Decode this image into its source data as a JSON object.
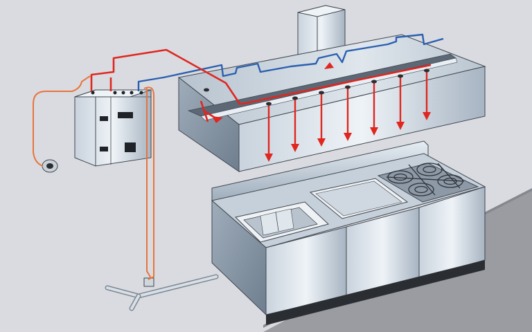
{
  "diagram": {
    "colors": {
      "wall": "#d9dbe0",
      "floor": "#9a9ca1",
      "steel_light": "#d4dde6",
      "steel_mid": "#a9b6c4",
      "steel_dark": "#6f7e8e",
      "red_line": "#e0261f",
      "blue_line": "#2a5fb0",
      "orange_line": "#e8743a",
      "outline": "#40464e"
    },
    "components": [
      {
        "id": "control-cabinet",
        "label": ""
      },
      {
        "id": "exhaust-hood",
        "label": ""
      },
      {
        "id": "exhaust-duct",
        "label": ""
      },
      {
        "id": "cooking-line",
        "label": ""
      },
      {
        "id": "fryer",
        "label": ""
      },
      {
        "id": "griddle",
        "label": ""
      },
      {
        "id": "range-burners",
        "label": ""
      },
      {
        "id": "manual-pull-station",
        "label": ""
      },
      {
        "id": "gas-line",
        "label": ""
      }
    ],
    "discharge_nozzles": 7,
    "plenum_nozzles": 1
  }
}
